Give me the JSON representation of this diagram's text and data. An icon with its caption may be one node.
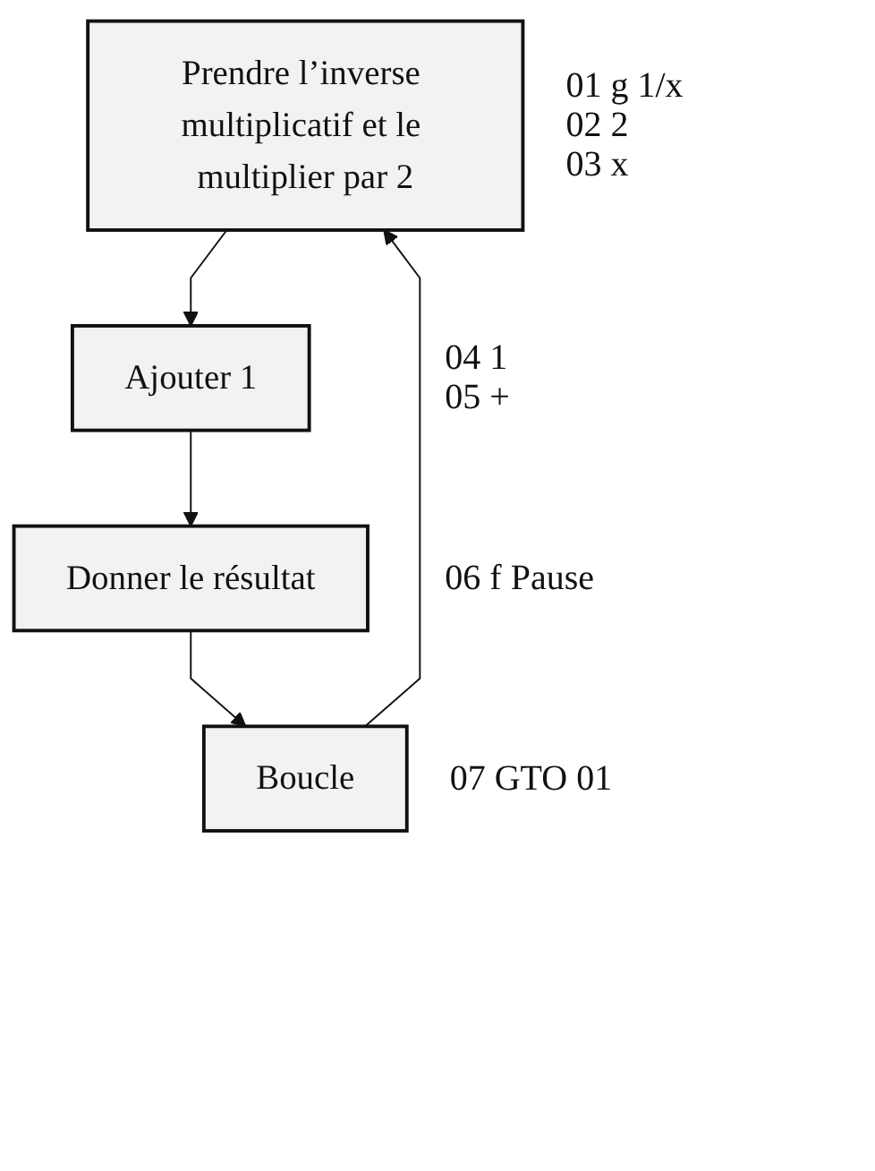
{
  "diagram": {
    "nodes": [
      {
        "text": [
          "Prendre l’inverse multiplicatif et le multiplier par 2"
        ],
        "beside": [
          "01 g 1/x",
          "02 2",
          "03 x"
        ]
      },
      {
        "text": [
          "Ajouter 1"
        ],
        "beside": [
          "04 1",
          "05 +"
        ]
      },
      {
        "text": [
          "Donner le résultat"
        ],
        "beside": [
          "06 f Pause"
        ]
      },
      {
        "text": [
          "Boucle"
        ],
        "beside": [
          "07 GTO 01"
        ]
      }
    ],
    "edges": [
      {
        "from": 0,
        "to": 1,
        "arrow": "to"
      },
      {
        "from": 1,
        "to": 2,
        "arrow": "to"
      },
      {
        "from": 2,
        "to": 3,
        "arrow": "to"
      },
      {
        "from": 3,
        "to": 0,
        "arrow": "to"
      }
    ]
  }
}
